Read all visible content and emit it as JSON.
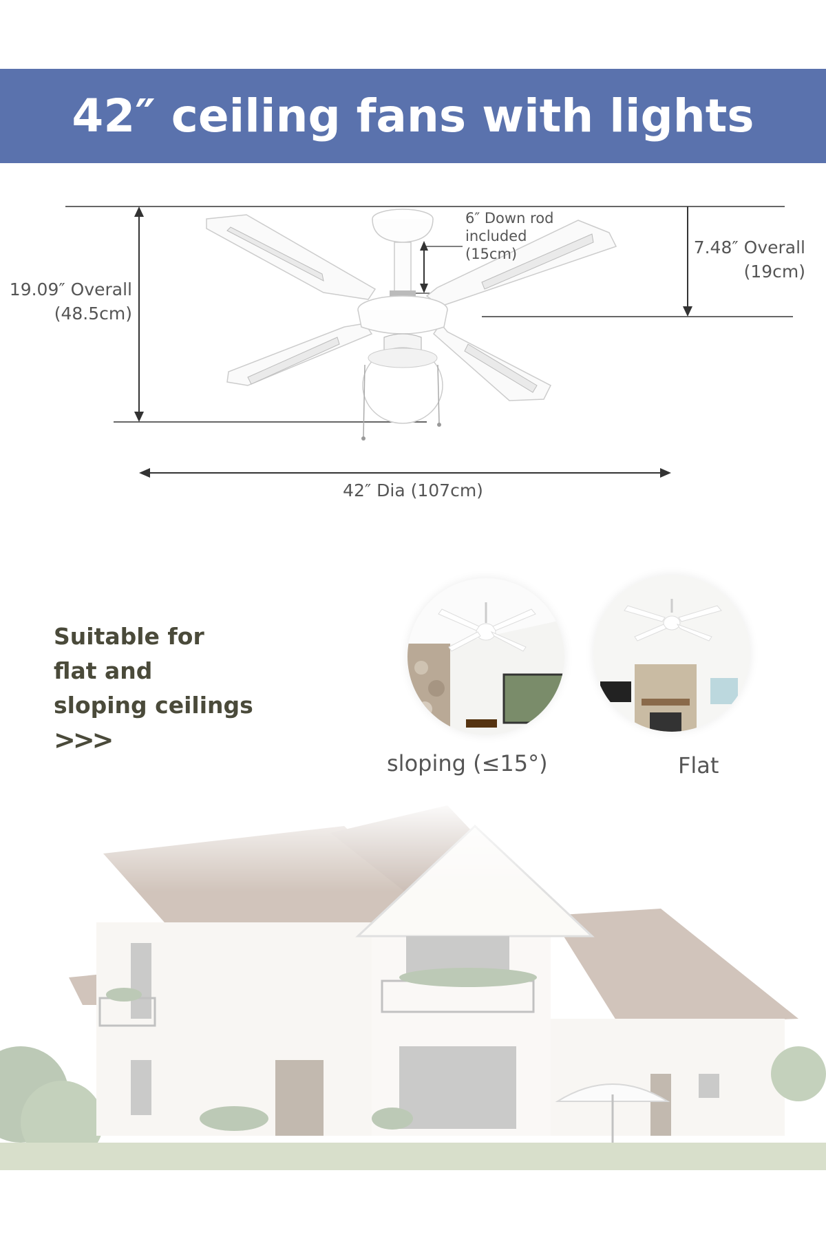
{
  "banner": {
    "title": "42″ ceiling fans with lights"
  },
  "dimensions": {
    "overall_height": {
      "line1": "19.09″ Overall",
      "line2": "(48.5cm)"
    },
    "overall_canopy": {
      "line1": "7.48″ Overall",
      "line2": "(19cm)"
    },
    "downrod": {
      "line1": "6″ Down rod",
      "line2": "included",
      "line3": "(15cm)"
    },
    "diameter": "42″ Dia (107cm)"
  },
  "ceilings": {
    "heading_lines": [
      "Suitable for",
      "flat and",
      "sloping ceilings"
    ],
    "arrows": ">>>",
    "sloping_caption": "sloping (≤15°)",
    "flat_caption": "Flat"
  },
  "colors": {
    "banner": "#5a72ad",
    "text": "#4a4a3a"
  },
  "icons": {
    "fan": "ceiling-fan-illustration",
    "house": "house-illustration"
  }
}
